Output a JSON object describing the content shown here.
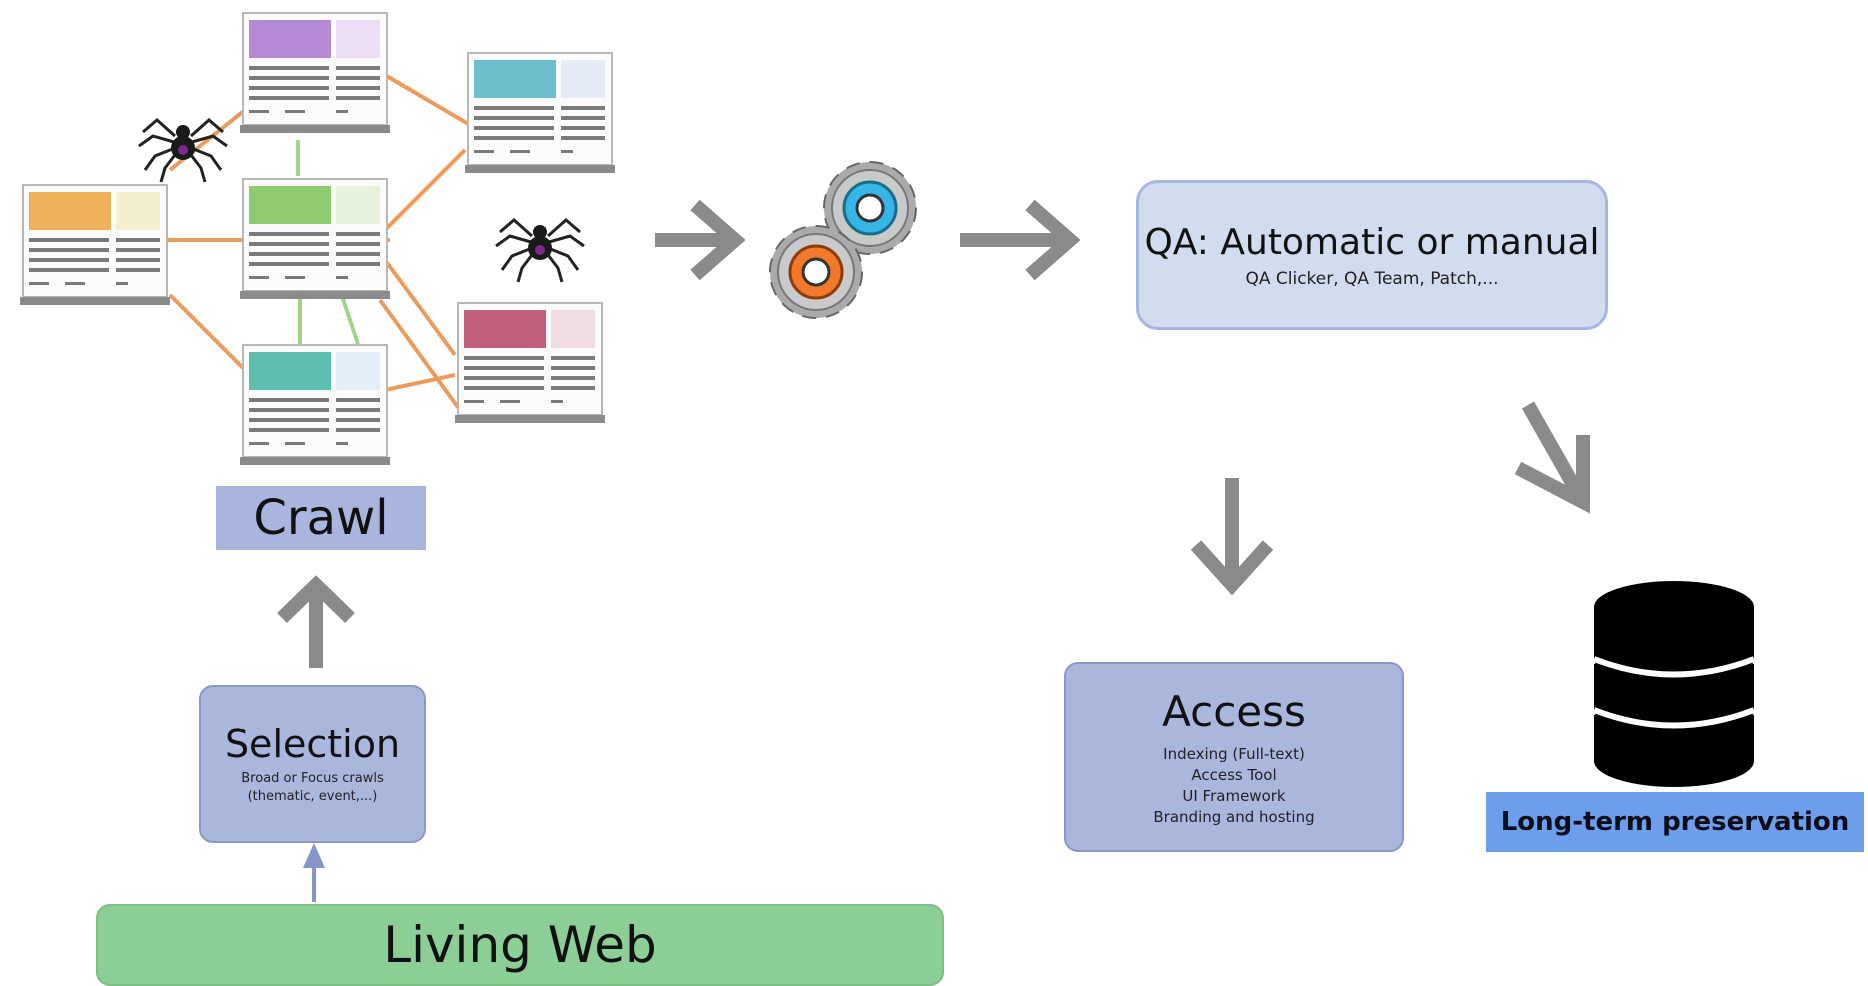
{
  "crawl": {
    "label": "Crawl"
  },
  "selection": {
    "title": "Selection",
    "lines": [
      "Broad or Focus crawls",
      "(thematic, event,...)"
    ]
  },
  "living_web": {
    "label": "Living Web"
  },
  "qa": {
    "title": "QA: Automatic or manual",
    "subtitle": "QA Clicker, QA Team, Patch,..."
  },
  "access": {
    "title": "Access",
    "lines": [
      "Indexing (Full-text)",
      "Access Tool",
      "UI Framework",
      "Branding and hosting"
    ]
  },
  "preservation": {
    "label": "Long-term preservation"
  },
  "colors": {
    "arrow_gray": "#8a8a8a",
    "box_blue": "#aab7dd",
    "qa_blue": "#d2dcf1",
    "living_web_green": "#8ccf96",
    "preservation_blue": "#6d9eeb",
    "link_orange": "#ee9a5a",
    "gear_orange": "#f07a2a",
    "gear_cyan": "#35b6e6"
  },
  "icons": [
    "web-page-icon",
    "spider-icon",
    "gears-icon",
    "database-icon",
    "arrow-icon"
  ]
}
